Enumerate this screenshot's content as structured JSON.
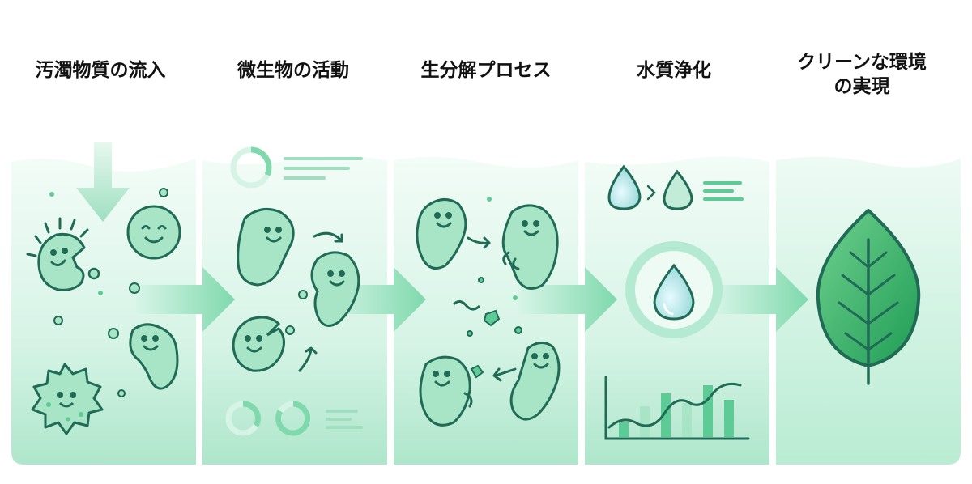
{
  "steps": [
    {
      "id": "inflow",
      "title": [
        "汚濁物質の流入"
      ]
    },
    {
      "id": "microbes",
      "title": [
        "微生物の活動"
      ]
    },
    {
      "id": "biodegradation",
      "title": [
        "生分解プロセス"
      ]
    },
    {
      "id": "purification",
      "title": [
        "水質浄化"
      ]
    },
    {
      "id": "clean",
      "title": [
        "クリーンな環境",
        "の実現"
      ]
    }
  ],
  "icons": {
    "step1": [
      "down-arrow-icon",
      "microbe-eating-icon",
      "smiling-microbe-icon",
      "pollutant-particle-icon",
      "spiky-microbe-icon"
    ],
    "step2": [
      "gauge-icon",
      "text-lines-icon",
      "microbe-icon",
      "curved-arrow-icon"
    ],
    "step3": [
      "microbe-icon",
      "fragment-icon",
      "curved-arrow-icon"
    ],
    "step4": [
      "water-drop-icon",
      "chevron-right-icon",
      "bar-line-chart-icon"
    ],
    "step5": [
      "leaf-icon"
    ]
  },
  "colors": {
    "panel_light": "#eafaf3",
    "panel_mid": "#b5ead2",
    "microbe_fill": "#a8e4c6",
    "outline": "#1f6b55",
    "accent": "#5ccb95",
    "leaf": "#34b56a"
  }
}
